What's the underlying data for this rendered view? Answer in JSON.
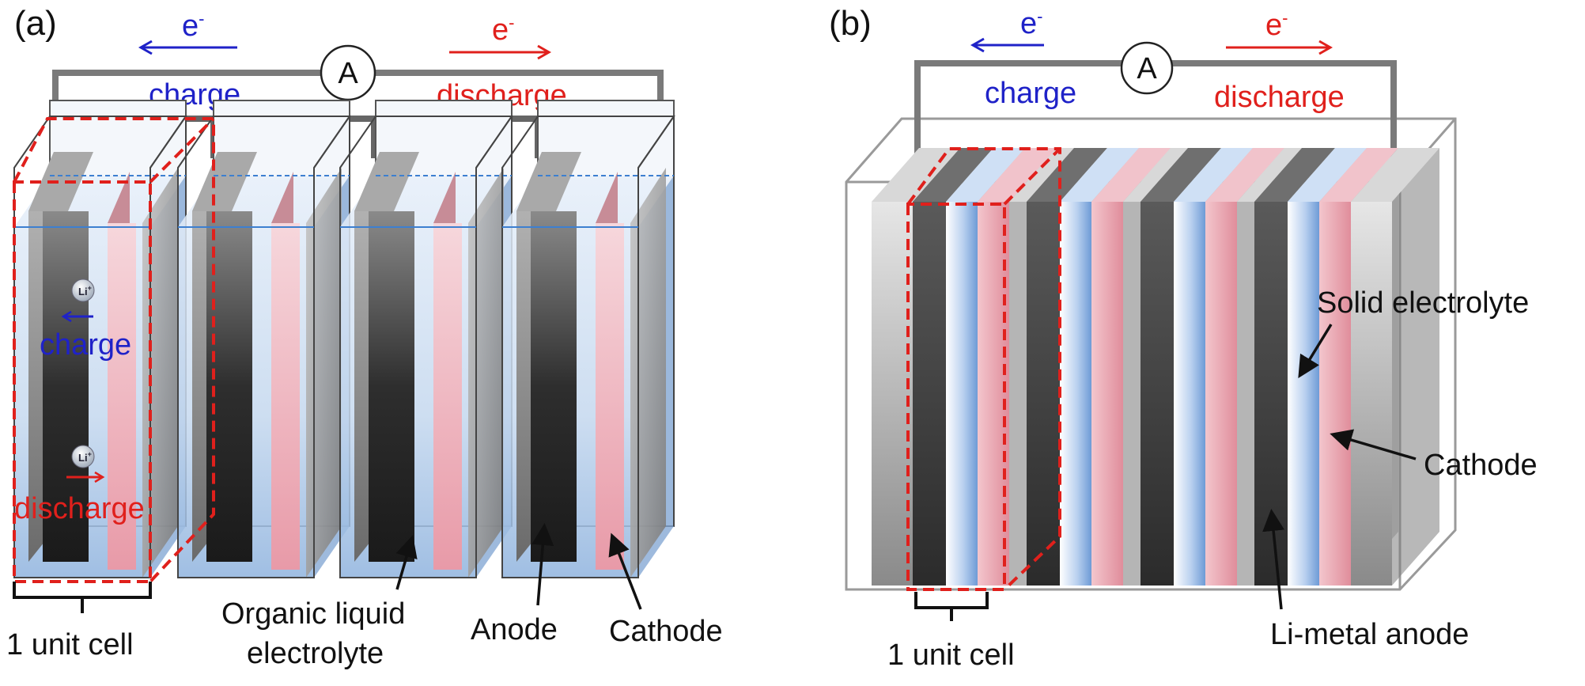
{
  "panels": {
    "a": {
      "label": "(a)",
      "electron": "e",
      "electron_sup": "-",
      "ammeter": "A",
      "charge": "charge",
      "discharge": "discharge",
      "ion": "Li",
      "ion_sup": "+",
      "ion_charge": "charge",
      "ion_discharge": "discharge",
      "labels": {
        "unit_cell": "1 unit cell",
        "electrolyte_line1": "Organic liquid",
        "electrolyte_line2": "electrolyte",
        "anode": "Anode",
        "cathode": "Cathode"
      }
    },
    "b": {
      "label": "(b)",
      "electron": "e",
      "electron_sup": "-",
      "ammeter": "A",
      "charge": "charge",
      "discharge": "discharge",
      "labels": {
        "solid_electrolyte": "Solid electrolyte",
        "cathode": "Cathode",
        "li_metal_anode": "Li-metal anode",
        "unit_cell": "1 unit cell"
      }
    }
  },
  "colors": {
    "charge": "#1f22c8",
    "discharge": "#e0201c",
    "anode": "#3a3a3a",
    "cathode": "#e8a9b4",
    "electrolyte_liquid": "#b8d0ea",
    "solid_electrolyte": "#9fbde6",
    "wire": "#777777"
  }
}
